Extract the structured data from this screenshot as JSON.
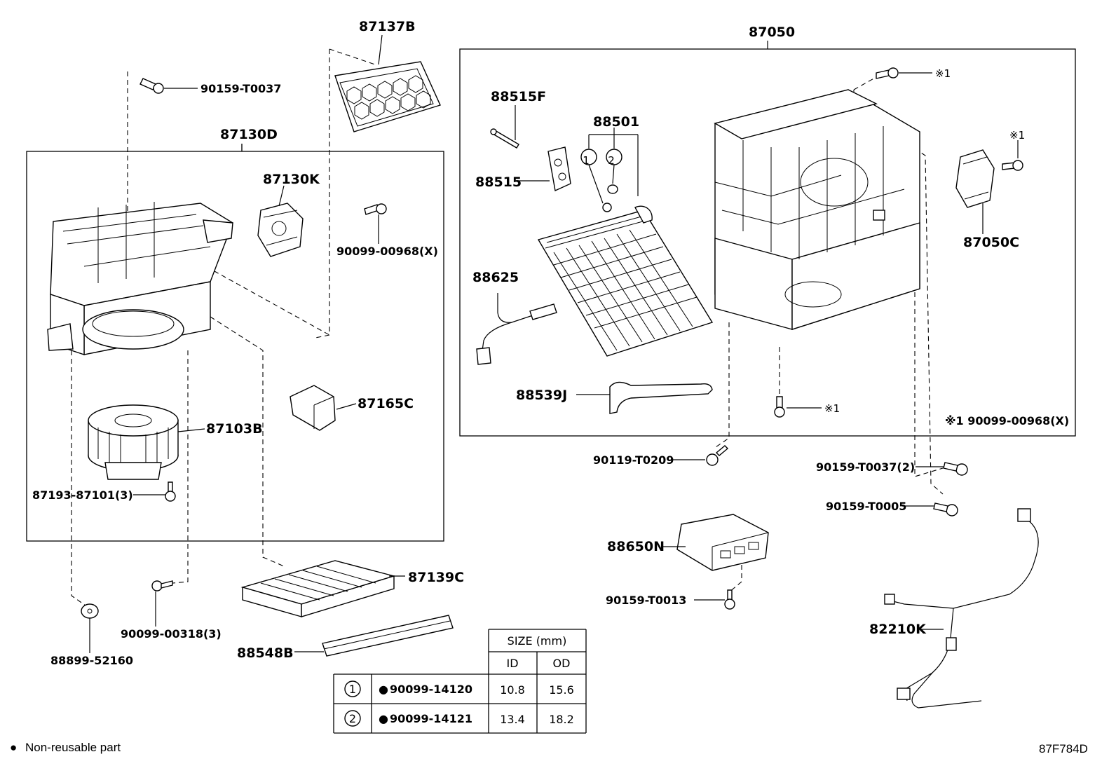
{
  "diagram": {
    "reference_code": "87F784D",
    "legend": {
      "symbol": "●",
      "text": "Non-reusable part"
    },
    "note_mark": "※1",
    "note_text": "※1 90099-00968(X)",
    "labels": {
      "p87137B": "87137B",
      "p90159_T0037": "90159-T0037",
      "p87130D": "87130D",
      "p87130K": "87130K",
      "p90099_00968X": "90099-00968(X)",
      "p87165C": "87165C",
      "p87103B": "87103B",
      "p87193_87101": "87193-87101(3)",
      "p87139C": "87139C",
      "p90099_00318": "90099-00318(3)",
      "p88899_52160": "88899-52160",
      "p88548B": "88548B",
      "p87050": "87050",
      "p88515F": "88515F",
      "p88501": "88501",
      "p88515": "88515",
      "p88625": "88625",
      "p88539J": "88539J",
      "p87050C": "87050C",
      "p90119_T0209": "90119-T0209",
      "p90159_T0037_2": "90159-T0037(2)",
      "p90159_T0005": "90159-T0005",
      "p88650N": "88650N",
      "p90159_T0013": "90159-T0013",
      "p82210K": "82210K"
    },
    "circle_refs": [
      "1",
      "2"
    ],
    "size_table": {
      "header": "SIZE (mm)",
      "col_id": "ID",
      "col_od": "OD",
      "rows": [
        {
          "ref": "1",
          "part": "90099-14120",
          "id": "10.8",
          "od": "15.6"
        },
        {
          "ref": "2",
          "part": "90099-14121",
          "id": "13.4",
          "od": "18.2"
        }
      ]
    }
  }
}
